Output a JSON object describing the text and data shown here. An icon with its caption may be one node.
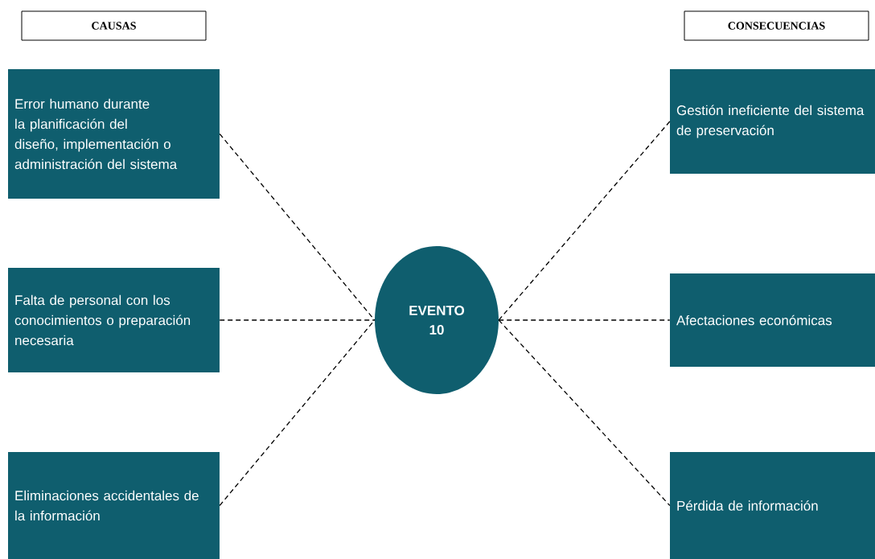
{
  "diagram": {
    "nodes": [
      {
        "text": [
          "CAUSAS"
        ]
      },
      {
        "text": [
          "CONSECUENCIAS"
        ]
      },
      {
        "text": [
          "Error humano durante la planificación del diseño, implementación o administración del sistema"
        ]
      },
      {
        "text": [
          "Falta de personal con los conocimientos o preparación necesaria"
        ]
      },
      {
        "text": [
          "Eliminaciones accidentales de la información"
        ]
      },
      {
        "text": [
          "EVENTO 10"
        ]
      },
      {
        "text": [
          "Gestión ineficiente del sistema de preservación"
        ]
      },
      {
        "text": [
          "Afectaciones económicas"
        ]
      },
      {
        "text": [
          "Pérdida de información"
        ]
      }
    ],
    "edges": [
      {
        "from": 2,
        "to": 5,
        "arrow": "none",
        "style": "dashed"
      },
      {
        "from": 3,
        "to": 5,
        "arrow": "none",
        "style": "dashed"
      },
      {
        "from": 4,
        "to": 5,
        "arrow": "none",
        "style": "dashed"
      },
      {
        "from": 5,
        "to": 6,
        "arrow": "none",
        "style": "dashed"
      },
      {
        "from": 5,
        "to": 7,
        "arrow": "none",
        "style": "dashed"
      },
      {
        "from": 5,
        "to": 8,
        "arrow": "none",
        "style": "dashed"
      }
    ]
  }
}
